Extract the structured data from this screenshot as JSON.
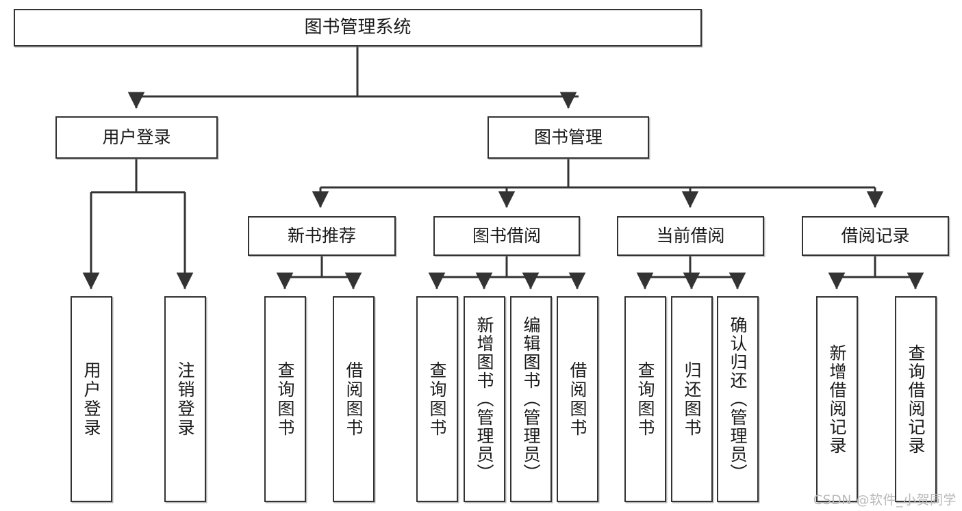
{
  "diagram": {
    "title": "图书管理系统",
    "type": "tree",
    "watermark": "CSDN @软件_小贺同学",
    "colors": {
      "border": "#333333",
      "fill": "#ffffff",
      "text": "#1a1a1a",
      "watermark": "#b9b9b9"
    },
    "nodes": {
      "root": {
        "label": "图书管理系统"
      },
      "level2": [
        {
          "id": "user-login",
          "label": "用户登录"
        },
        {
          "id": "book-manage",
          "label": "图书管理"
        }
      ],
      "level3": [
        {
          "id": "new-book-rec",
          "label": "新书推荐"
        },
        {
          "id": "book-borrow",
          "label": "图书借阅"
        },
        {
          "id": "current-borrow",
          "label": "当前借阅"
        },
        {
          "id": "borrow-record",
          "label": "借阅记录"
        }
      ],
      "leaves": {
        "user_login": [
          {
            "id": "leaf-user-login",
            "label": "用户登录"
          },
          {
            "id": "leaf-logout",
            "label": "注销登录"
          }
        ],
        "new_book_rec": [
          {
            "id": "leaf-query-book-1",
            "label": "查询图书"
          },
          {
            "id": "leaf-borrow-book-1",
            "label": "借阅图书"
          }
        ],
        "book_borrow": [
          {
            "id": "leaf-query-book-2",
            "label": "查询图书"
          },
          {
            "id": "leaf-add-book",
            "label": "新增图书（管理员）"
          },
          {
            "id": "leaf-edit-book",
            "label": "编辑图书（管理员）"
          },
          {
            "id": "leaf-borrow-book-2",
            "label": "借阅图书"
          }
        ],
        "current_borrow": [
          {
            "id": "leaf-query-book-3",
            "label": "查询图书"
          },
          {
            "id": "leaf-return-book",
            "label": "归还图书"
          },
          {
            "id": "leaf-confirm-return",
            "label": "确认归还（管理员）"
          }
        ],
        "borrow_record": [
          {
            "id": "leaf-add-record",
            "label": "新增借阅记录"
          },
          {
            "id": "leaf-query-record",
            "label": "查询借阅记录"
          }
        ]
      }
    }
  }
}
